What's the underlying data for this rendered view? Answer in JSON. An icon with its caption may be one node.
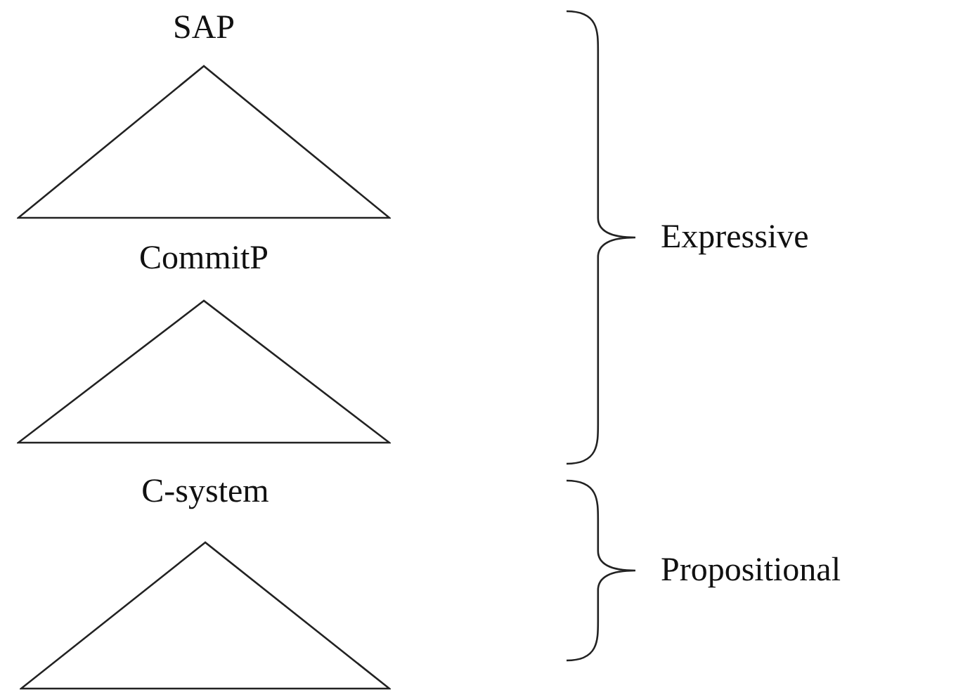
{
  "diagram": {
    "nodes": [
      {
        "text": [
          "SAP"
        ]
      },
      {
        "text": [
          "CommitP"
        ]
      },
      {
        "text": [
          "C-system"
        ]
      }
    ],
    "labels": [
      "Expressive",
      "Propositional"
    ]
  }
}
